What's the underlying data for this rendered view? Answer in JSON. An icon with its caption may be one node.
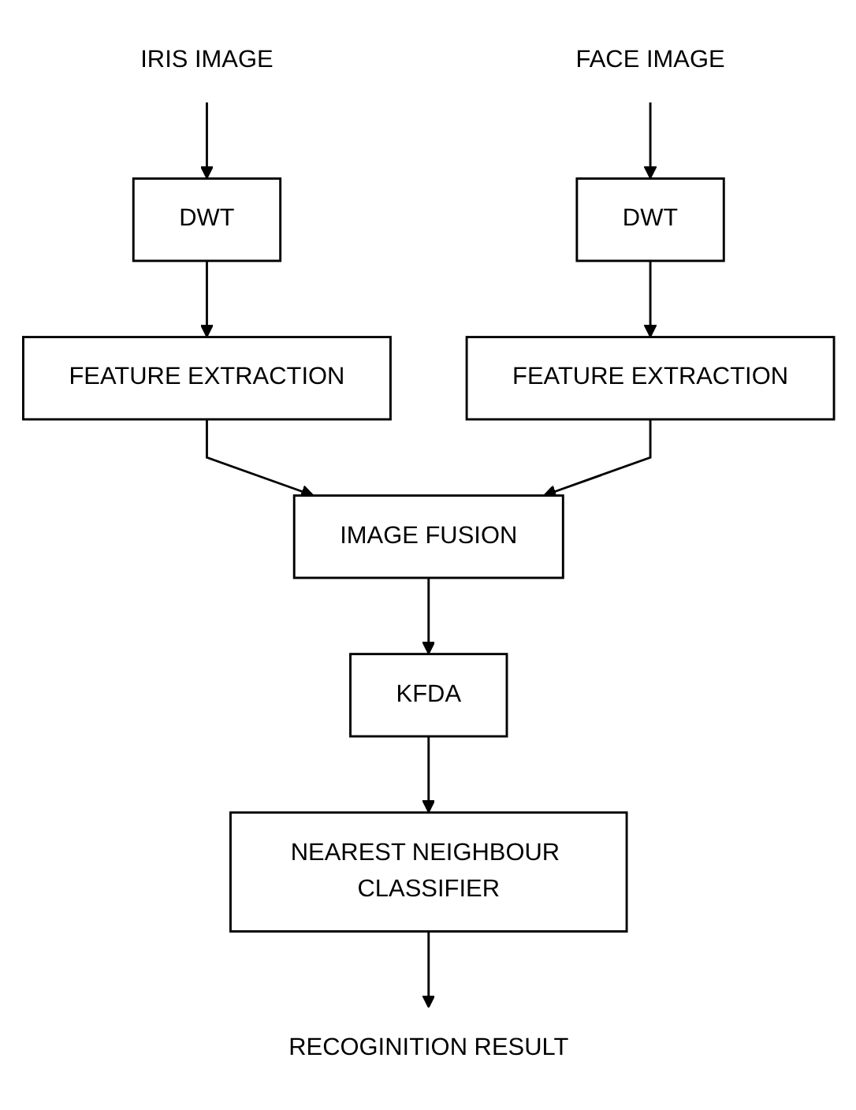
{
  "diagram": {
    "nodes": [
      {
        "text": [
          "IRIS IMAGE"
        ]
      },
      {
        "text": [
          "FACE IMAGE"
        ]
      },
      {
        "text": [
          "DWT"
        ]
      },
      {
        "text": [
          "DWT"
        ]
      },
      {
        "text": [
          "FEATURE EXTRACTION"
        ]
      },
      {
        "text": [
          "FEATURE EXTRACTION"
        ]
      },
      {
        "text": [
          "IMAGE FUSION"
        ]
      },
      {
        "text": [
          "KFDA"
        ]
      },
      {
        "text": [
          "NEAREST NEIGHBOUR CLASSIFIER"
        ]
      },
      {
        "text": [
          "RECOGINITION RESULT"
        ]
      }
    ],
    "edges": [
      {
        "from": 0,
        "to": 2,
        "arrow": "to"
      },
      {
        "from": 1,
        "to": 3,
        "arrow": "to"
      },
      {
        "from": 2,
        "to": 4,
        "arrow": "to"
      },
      {
        "from": 3,
        "to": 5,
        "arrow": "to"
      },
      {
        "from": 4,
        "to": 6,
        "arrow": "to"
      },
      {
        "from": 5,
        "to": 6,
        "arrow": "to"
      },
      {
        "from": 6,
        "to": 7,
        "arrow": "to"
      },
      {
        "from": 7,
        "to": 8,
        "arrow": "to"
      },
      {
        "from": 8,
        "to": 9,
        "arrow": "to"
      }
    ]
  }
}
